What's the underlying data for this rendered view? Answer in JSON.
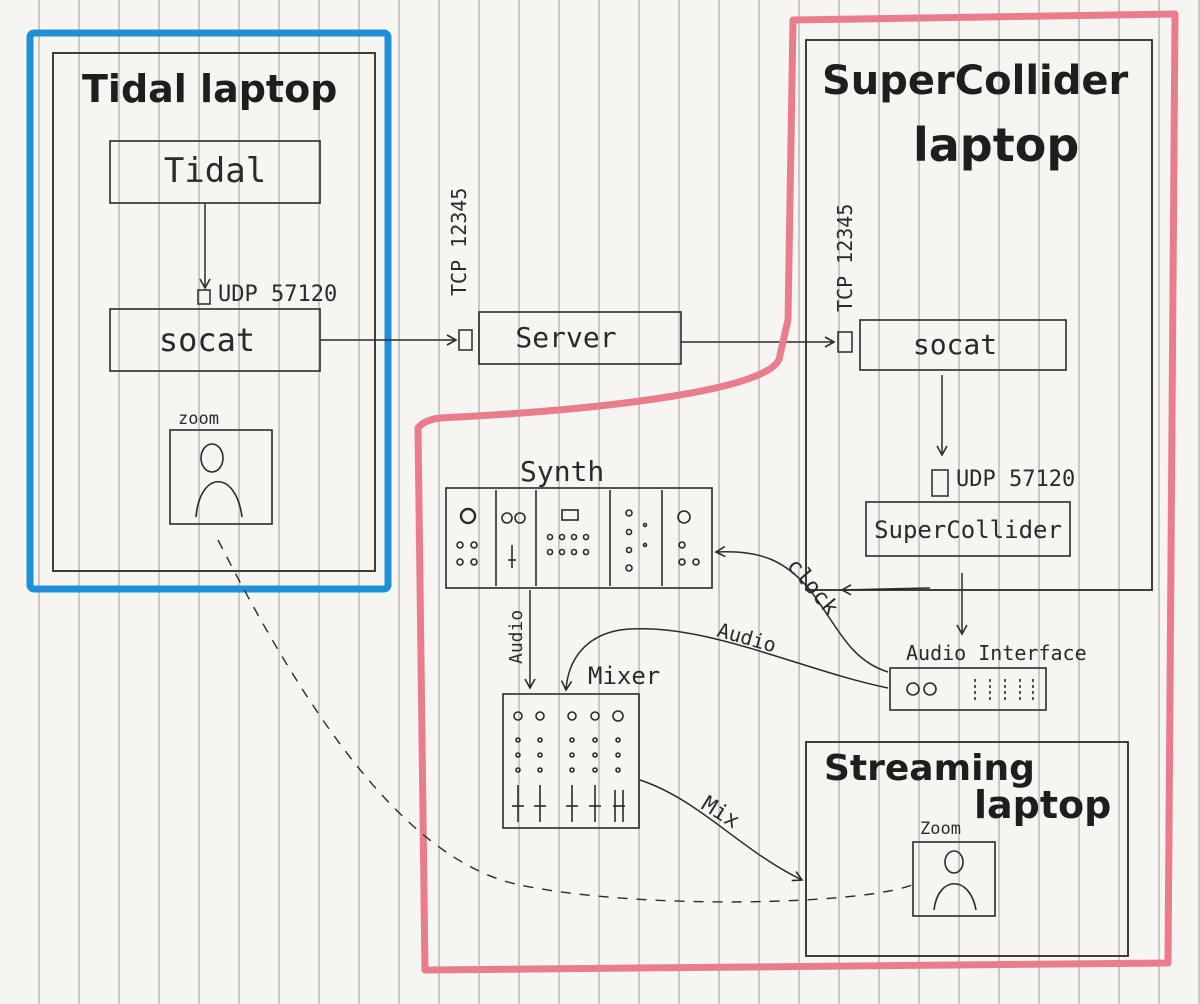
{
  "tidal_laptop": {
    "title": "Tidal laptop",
    "tidal_box": "Tidal",
    "udp_label": "UDP 57120",
    "socat_box": "socat",
    "zoom_label": "zoom"
  },
  "server": {
    "tcp_label": "TCP 12345",
    "box": "Server"
  },
  "supercollider_laptop": {
    "title_line1": "SuperCollider",
    "title_line2": "laptop",
    "tcp_label": "TCP 12345",
    "socat_box": "socat",
    "udp_label": "UDP 57120",
    "supercollider_box": "SuperCollider"
  },
  "studio": {
    "synth_label": "Synth",
    "clock_label": "clock",
    "audio_label_vertical": "Audio",
    "audio_label_curve": "Audio",
    "audio_interface_label": "Audio Interface",
    "mixer_label": "Mixer",
    "mix_label": "Mix"
  },
  "streaming_laptop": {
    "title_line1": "Streaming",
    "title_line2": "laptop",
    "zoom_label": "Zoom"
  },
  "colors": {
    "tidal_region": "#1f8fd6",
    "supercollider_region": "#ea7d8c",
    "ink": "#2a2a2a"
  }
}
